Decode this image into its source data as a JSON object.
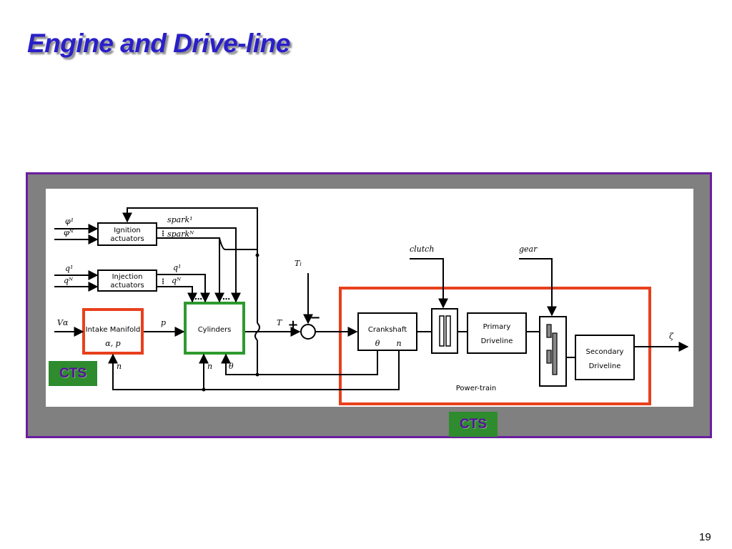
{
  "slide": {
    "title": "Engine and Drive-line",
    "page_number": "19"
  },
  "diagram": {
    "blocks": {
      "ignition": [
        "Ignition",
        "actuators"
      ],
      "injection": [
        "Injection",
        "actuators"
      ],
      "intake": "Intake Manifold",
      "intake_sub": "α,  p",
      "cylinders": "Cylinders",
      "crankshaft": "Crankshaft",
      "crank_theta": "θ",
      "crank_n": "n",
      "primary": [
        "Primary",
        "Driveline"
      ],
      "secondary": [
        "Secondary",
        "Driveline"
      ],
      "powertrain": "Power-train"
    },
    "signals": {
      "phi1": "φ¹",
      "phiN": "φᴺ",
      "spark1": "spark¹",
      "sparkN": "sparkᴺ",
      "q1_in": "q¹",
      "qN_in": "qᴺ",
      "q1_out": "q¹",
      "qN_out": "qᴺ",
      "V_alpha": "Vα",
      "p": "p",
      "T": "T",
      "Tl": "Tₗ",
      "n1": "n",
      "n2": "n",
      "theta": "θ",
      "clutch": "clutch",
      "gear": "gear",
      "zeta": "ζ",
      "plus": "+",
      "minus": "−"
    },
    "cts_labels": {
      "left": "CTS",
      "right": "CTS"
    },
    "colors": {
      "intake_border": "#e8401c",
      "cylinders_border": "#2e9a2e",
      "powertrain_border": "#e8401c",
      "frame_border": "#6a1ea0",
      "title": "#2a1fc9"
    }
  }
}
